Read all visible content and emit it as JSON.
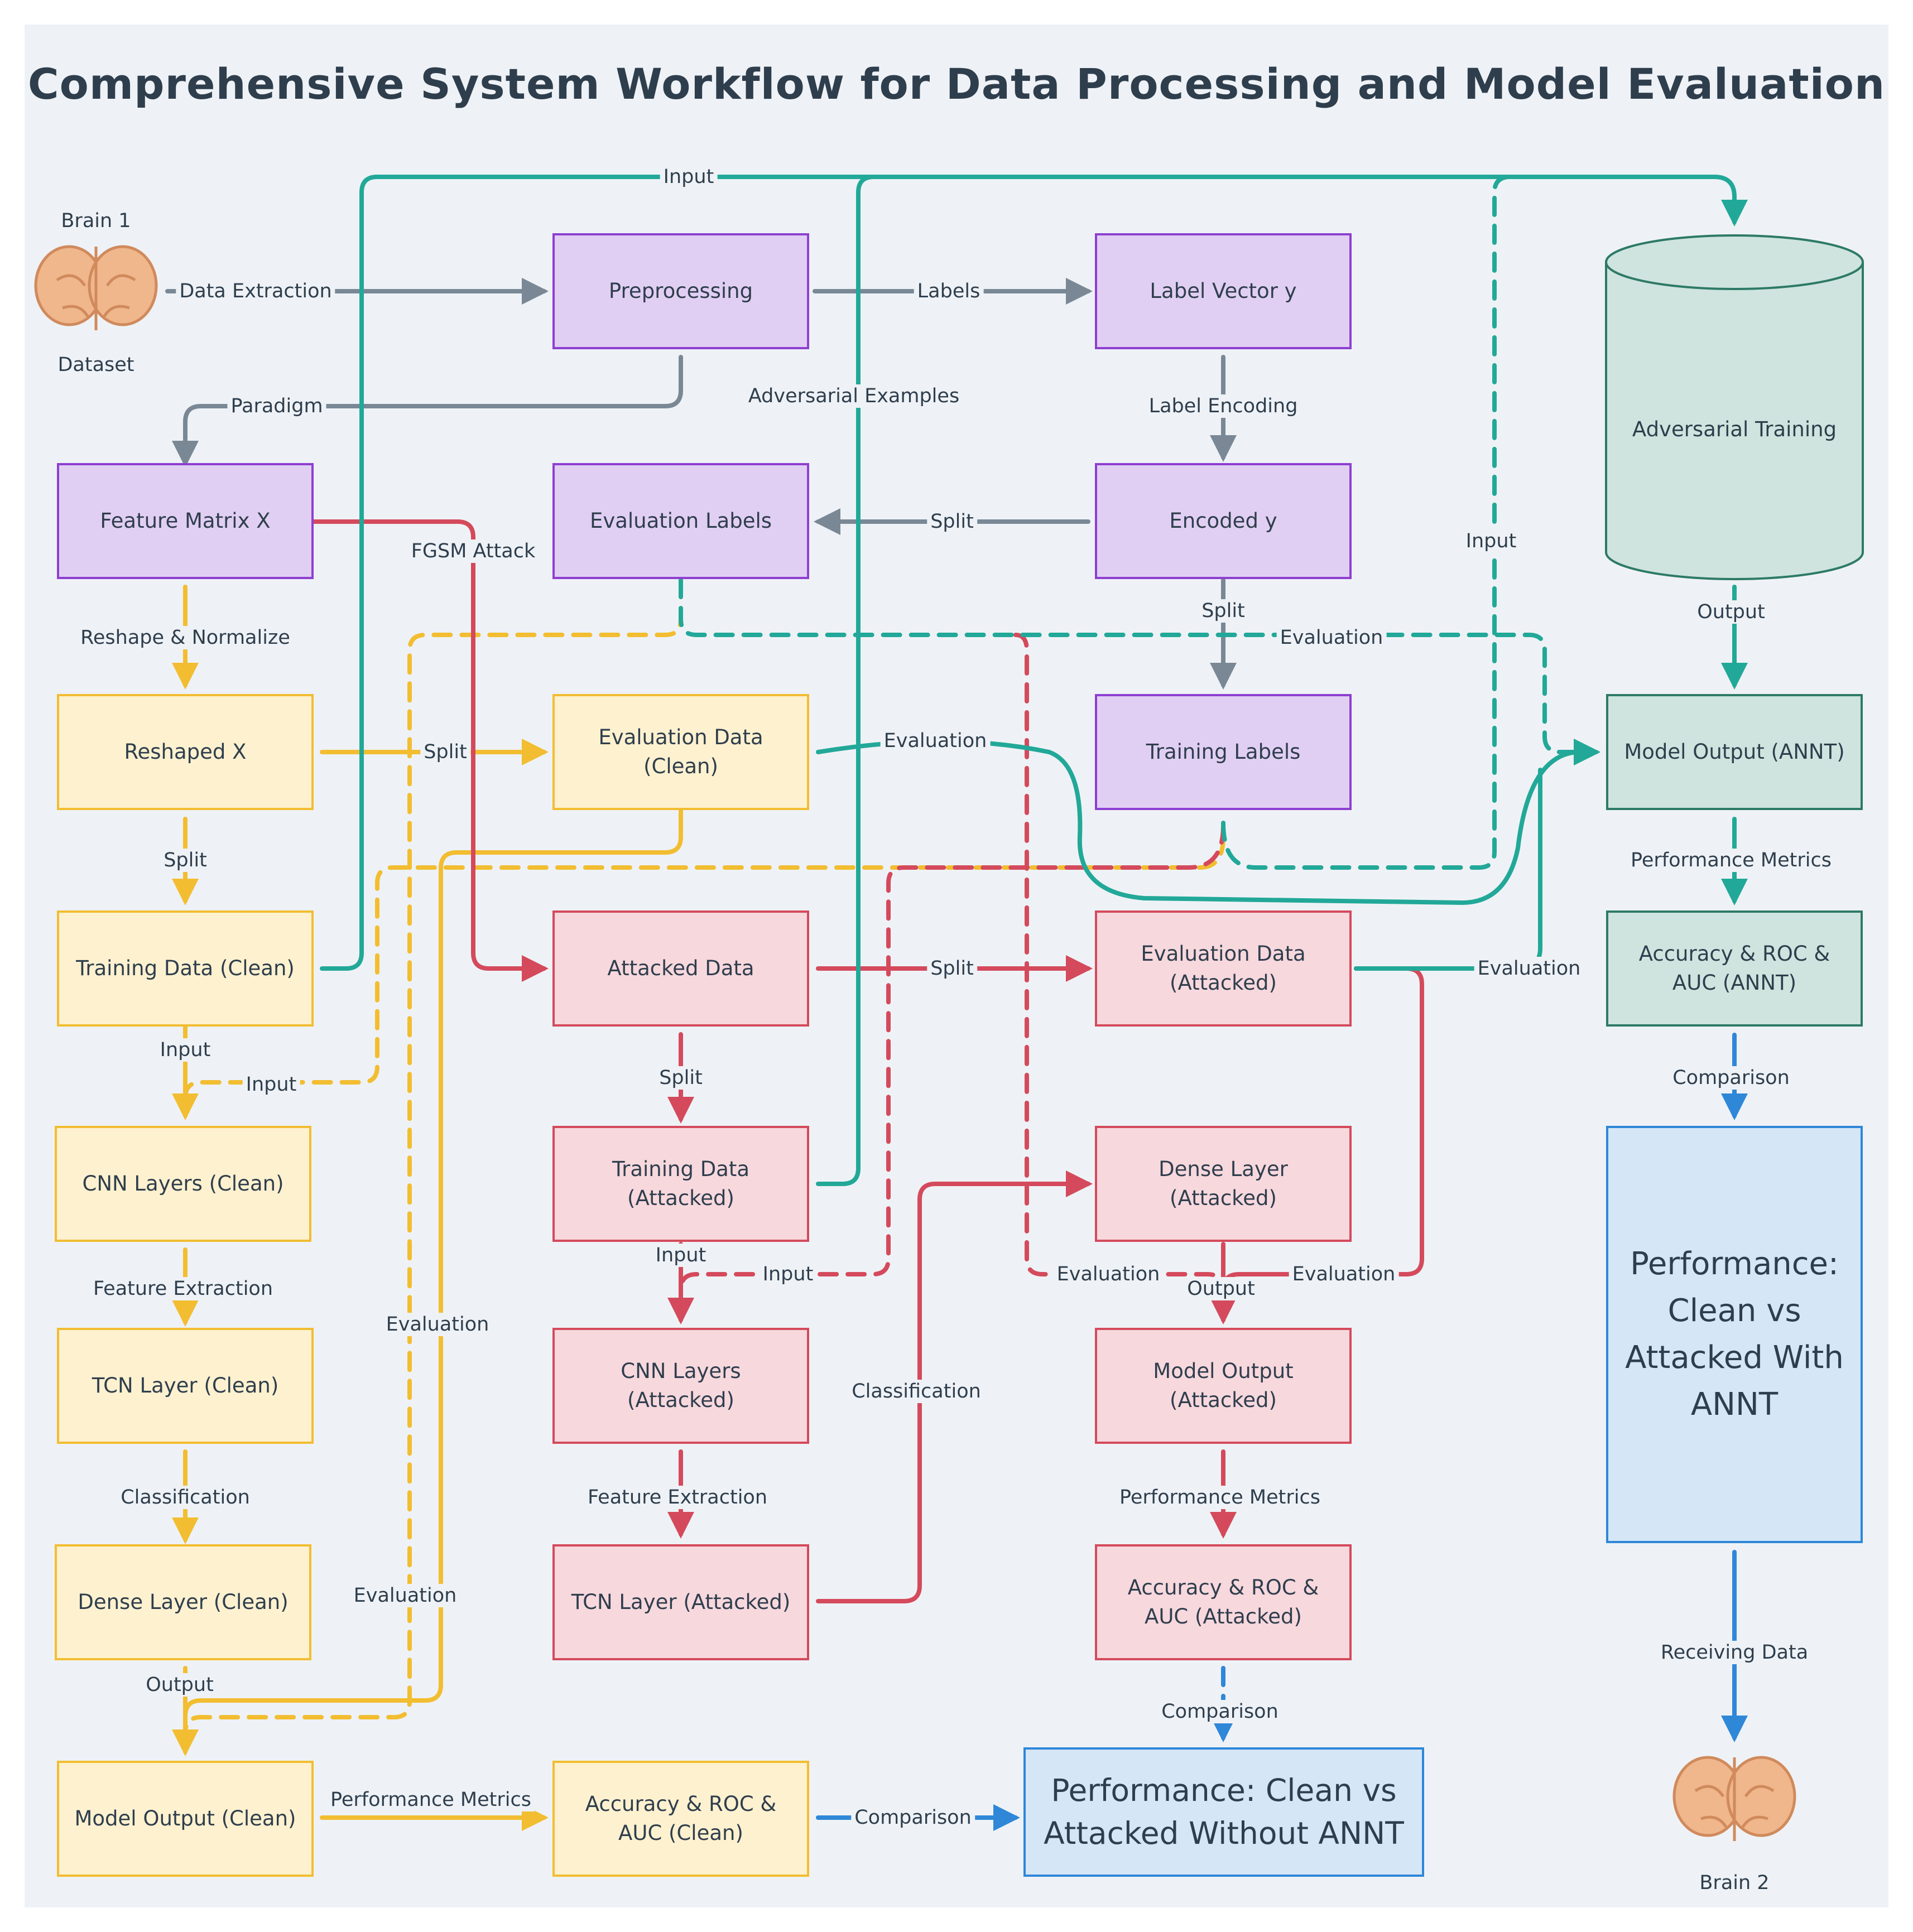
{
  "title": "Comprehensive System Workflow for Data Processing and Model Evaluation",
  "colors": {
    "background": "#eef2f6",
    "purple_node": "#e1cff3",
    "yellow_node": "#fdf1cf",
    "red_node": "#f7d8dd",
    "green_node": "#cfe4de",
    "blue_node": "#d5e6f6",
    "gray_line": "#7a8896",
    "yellow_line": "#f2bd31",
    "red_line": "#d44a5c",
    "teal_line": "#22a898",
    "blue_line": "#2f87d8",
    "brain": "#f0b68c"
  },
  "brains": {
    "brain1_top": "Brain 1",
    "brain1_bottom": "Dataset",
    "brain2_bottom": "Brain 2"
  },
  "nodes": {
    "preprocessing": "Preprocessing",
    "label_vector": "Label Vector y",
    "feature_matrix": "Feature Matrix X",
    "evaluation_labels": "Evaluation Labels",
    "encoded_y": "Encoded y",
    "adversarial_training": "Adversarial Training",
    "reshaped_x": "Reshaped X",
    "evaluation_data_clean": "Evaluation  Data\n(Clean)",
    "training_labels": "Training Labels",
    "model_output_annt": "Model Output (ANNT)",
    "training_data_clean": "Training  Data (Clean)",
    "attacked_data": "Attacked Data",
    "evaluation_data_attacked": "Evaluation Data\n(Attacked)",
    "metrics_annt": "Accuracy & ROC &\nAUC (ANNT)",
    "cnn_clean": "CNN Layers (Clean)",
    "training_data_attacked": "Training Data\n(Attacked)",
    "dense_attacked": "Dense Layer\n(Attacked)",
    "perf_with_annt": "Performance:\nClean vs\nAttacked With\nANNT",
    "tcn_clean": "TCN Layer (Clean)",
    "cnn_attacked": "CNN Layers\n(Attacked)",
    "model_output_attacked": "Model Output\n(Attacked)",
    "dense_clean": "Dense Layer (Clean)",
    "tcn_attacked": "TCN Layer  (Attacked)",
    "metrics_attacked": "Accuracy & ROC &\nAUC (Attacked)",
    "model_output_clean": "Model Output (Clean)",
    "metrics_clean": "Accuracy & ROC &\nAUC (Clean)",
    "perf_without_annt": "Performance: Clean vs\nAttacked Without ANNT"
  },
  "edge_labels": {
    "input_top": "Input",
    "data_extraction": "Data Extraction",
    "labels": "Labels",
    "paradigm": "Paradigm",
    "adversarial_examples": "Adversarial Examples",
    "label_encoding": "Label Encoding",
    "fgsm_attack": "FGSM Attack",
    "split_encoded": "Split",
    "input_right": "Input",
    "split_down": "Split",
    "evaluation_top": "Evaluation",
    "output_adv": "Output",
    "reshape_normalize": "Reshape & Normalize",
    "split_reshaped": "Split",
    "evaluation_clean": "Evaluation",
    "split_train": "Split",
    "perf_metrics_annt": "Performance Metrics",
    "split_attacked": "Split",
    "evaluation_attacked": "Evaluation",
    "input_clean": "Input",
    "input_clean2": "Input",
    "split_attacked_down": "Split",
    "comparison_annt": "Comparison",
    "feature_extraction_clean": "Feature Extraction",
    "input_attacked": "Input",
    "input_attacked2": "Input",
    "evaluation_dense_left": "Evaluation",
    "output_dense": "Output",
    "evaluation_dense_right": "Evaluation",
    "evaluation_mid": "Evaluation",
    "classification_attacked": "Classification",
    "classification_clean": "Classification",
    "feature_extraction_attacked": "Feature Extraction",
    "perf_metrics_attacked": "Performance Metrics",
    "evaluation_low": "Evaluation",
    "receiving_data": "Receiving Data",
    "output_clean": "Output",
    "comparison_attacked": "Comparison",
    "perf_metrics_clean": "Performance Metrics",
    "comparison_clean": "Comparison"
  }
}
